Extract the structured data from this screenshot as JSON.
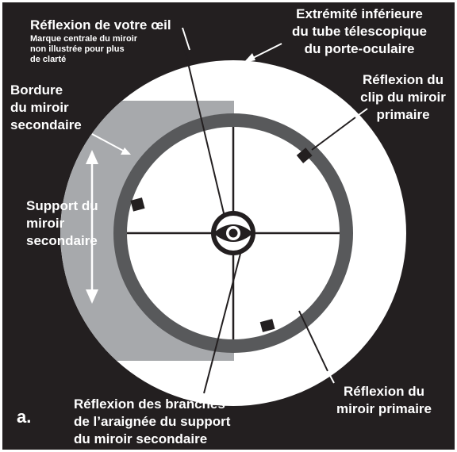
{
  "figure_letter": "a.",
  "labels": {
    "eye_reflection": "Réflexion de votre œil",
    "center_mark_note": [
      "Marque centrale du miroir",
      "non illustrée pour plus",
      "de clarté"
    ],
    "focuser_tube_end": [
      "Extrémité inférieure",
      "du tube télescopique",
      "du porte-oculaire"
    ],
    "secondary_edge": [
      "Bordure",
      "du miroir",
      "secondaire"
    ],
    "primary_clip_reflection": [
      "Réflexion du",
      "clip du miroir",
      "primaire"
    ],
    "secondary_holder": [
      "Support du",
      "miroir",
      "secondaire"
    ],
    "spider_vanes_reflection": [
      "Réflexion des branches",
      "de l’araignée du support",
      "du miroir secondaire"
    ],
    "primary_reflection": [
      "Réflexion du",
      "miroir primaire"
    ]
  },
  "colors": {
    "background": "#231f20",
    "tube": "#ffffff",
    "secondary_holder_gray": "#a7a9ac",
    "secondary_ring_gray": "#58595b",
    "dark": "#231f20"
  }
}
